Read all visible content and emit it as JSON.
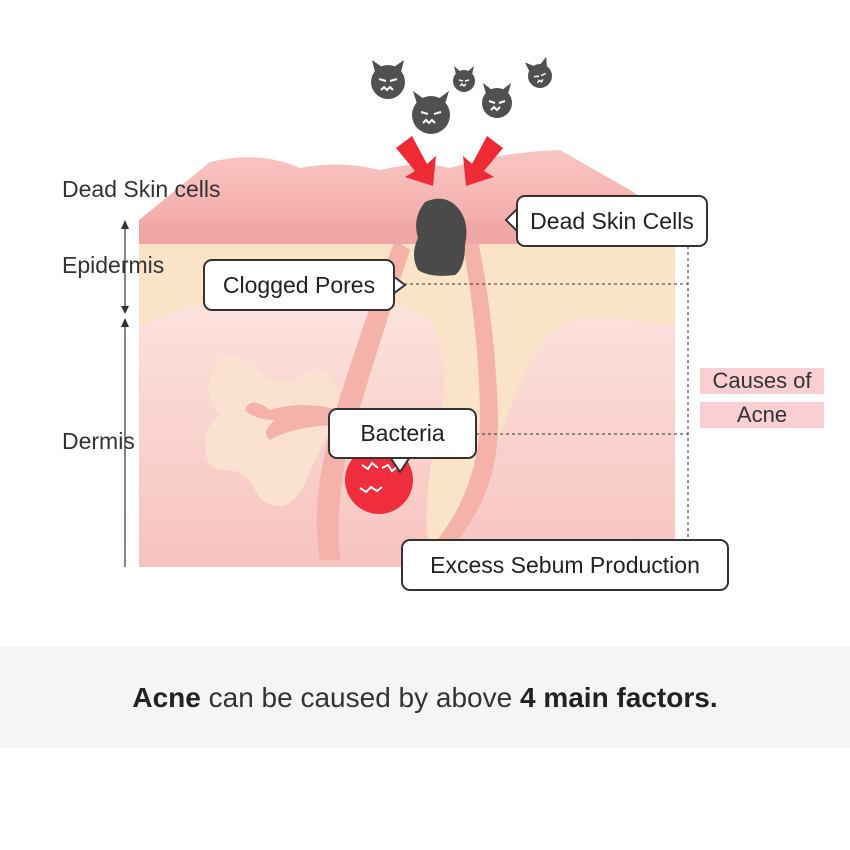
{
  "labels": {
    "dead_skin_layer": "Dead Skin cells",
    "epidermis": "Epidermis",
    "dermis": "Dermis"
  },
  "bubbles": {
    "dead_skin_cells": "Dead Skin Cells",
    "clogged_pores": "Clogged Pores",
    "bacteria": "Bacteria",
    "excess_sebum": "Excess Sebum Production"
  },
  "causes": {
    "line1": "Causes of",
    "line2": "Acne"
  },
  "footer": {
    "bold1": "Acne",
    "text1": " can be caused by above ",
    "bold2": "4 main factors."
  },
  "colors": {
    "dead_skin": "#f6b9b7",
    "epidermis": "#fbe3c8",
    "dermis": "#fcd8d3",
    "gland": "#f9e3cf",
    "bacteria": "#ef2d3d",
    "arrow": "#ee2b34",
    "plug": "#4a4a4a",
    "highlight": "#f9cfd3"
  },
  "icons": [
    "devil-face-icon",
    "bacteria-icon",
    "red-arrow-icon"
  ]
}
